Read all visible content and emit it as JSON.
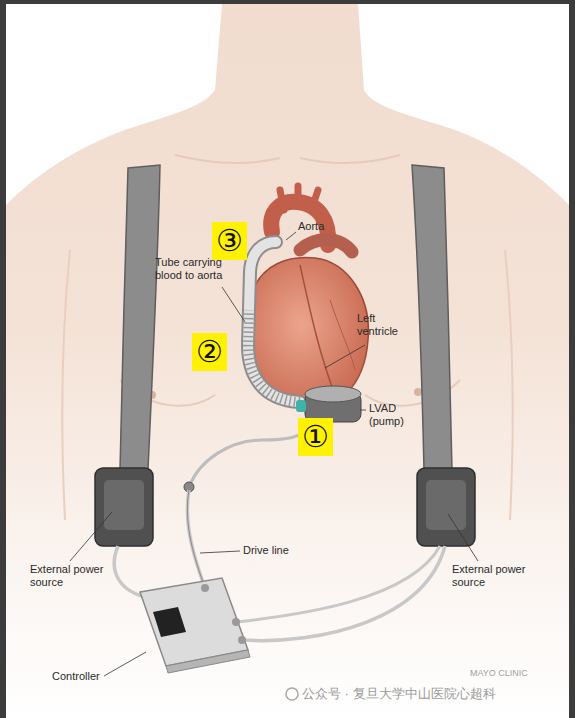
{
  "diagram": {
    "nodes": [
      {
        "text": [
          "③"
        ]
      },
      {
        "text": [
          "②"
        ]
      },
      {
        "text": [
          "①"
        ]
      }
    ],
    "labels": [
      "Aorta",
      "Tube carrying blood to aorta",
      "Left ventricle",
      "LVAD (pump)",
      "Drive line",
      "External power source",
      "External power source",
      "Controller",
      "MAYO CLINIC",
      "公众号 · 复旦大学中山医院心超科"
    ]
  }
}
